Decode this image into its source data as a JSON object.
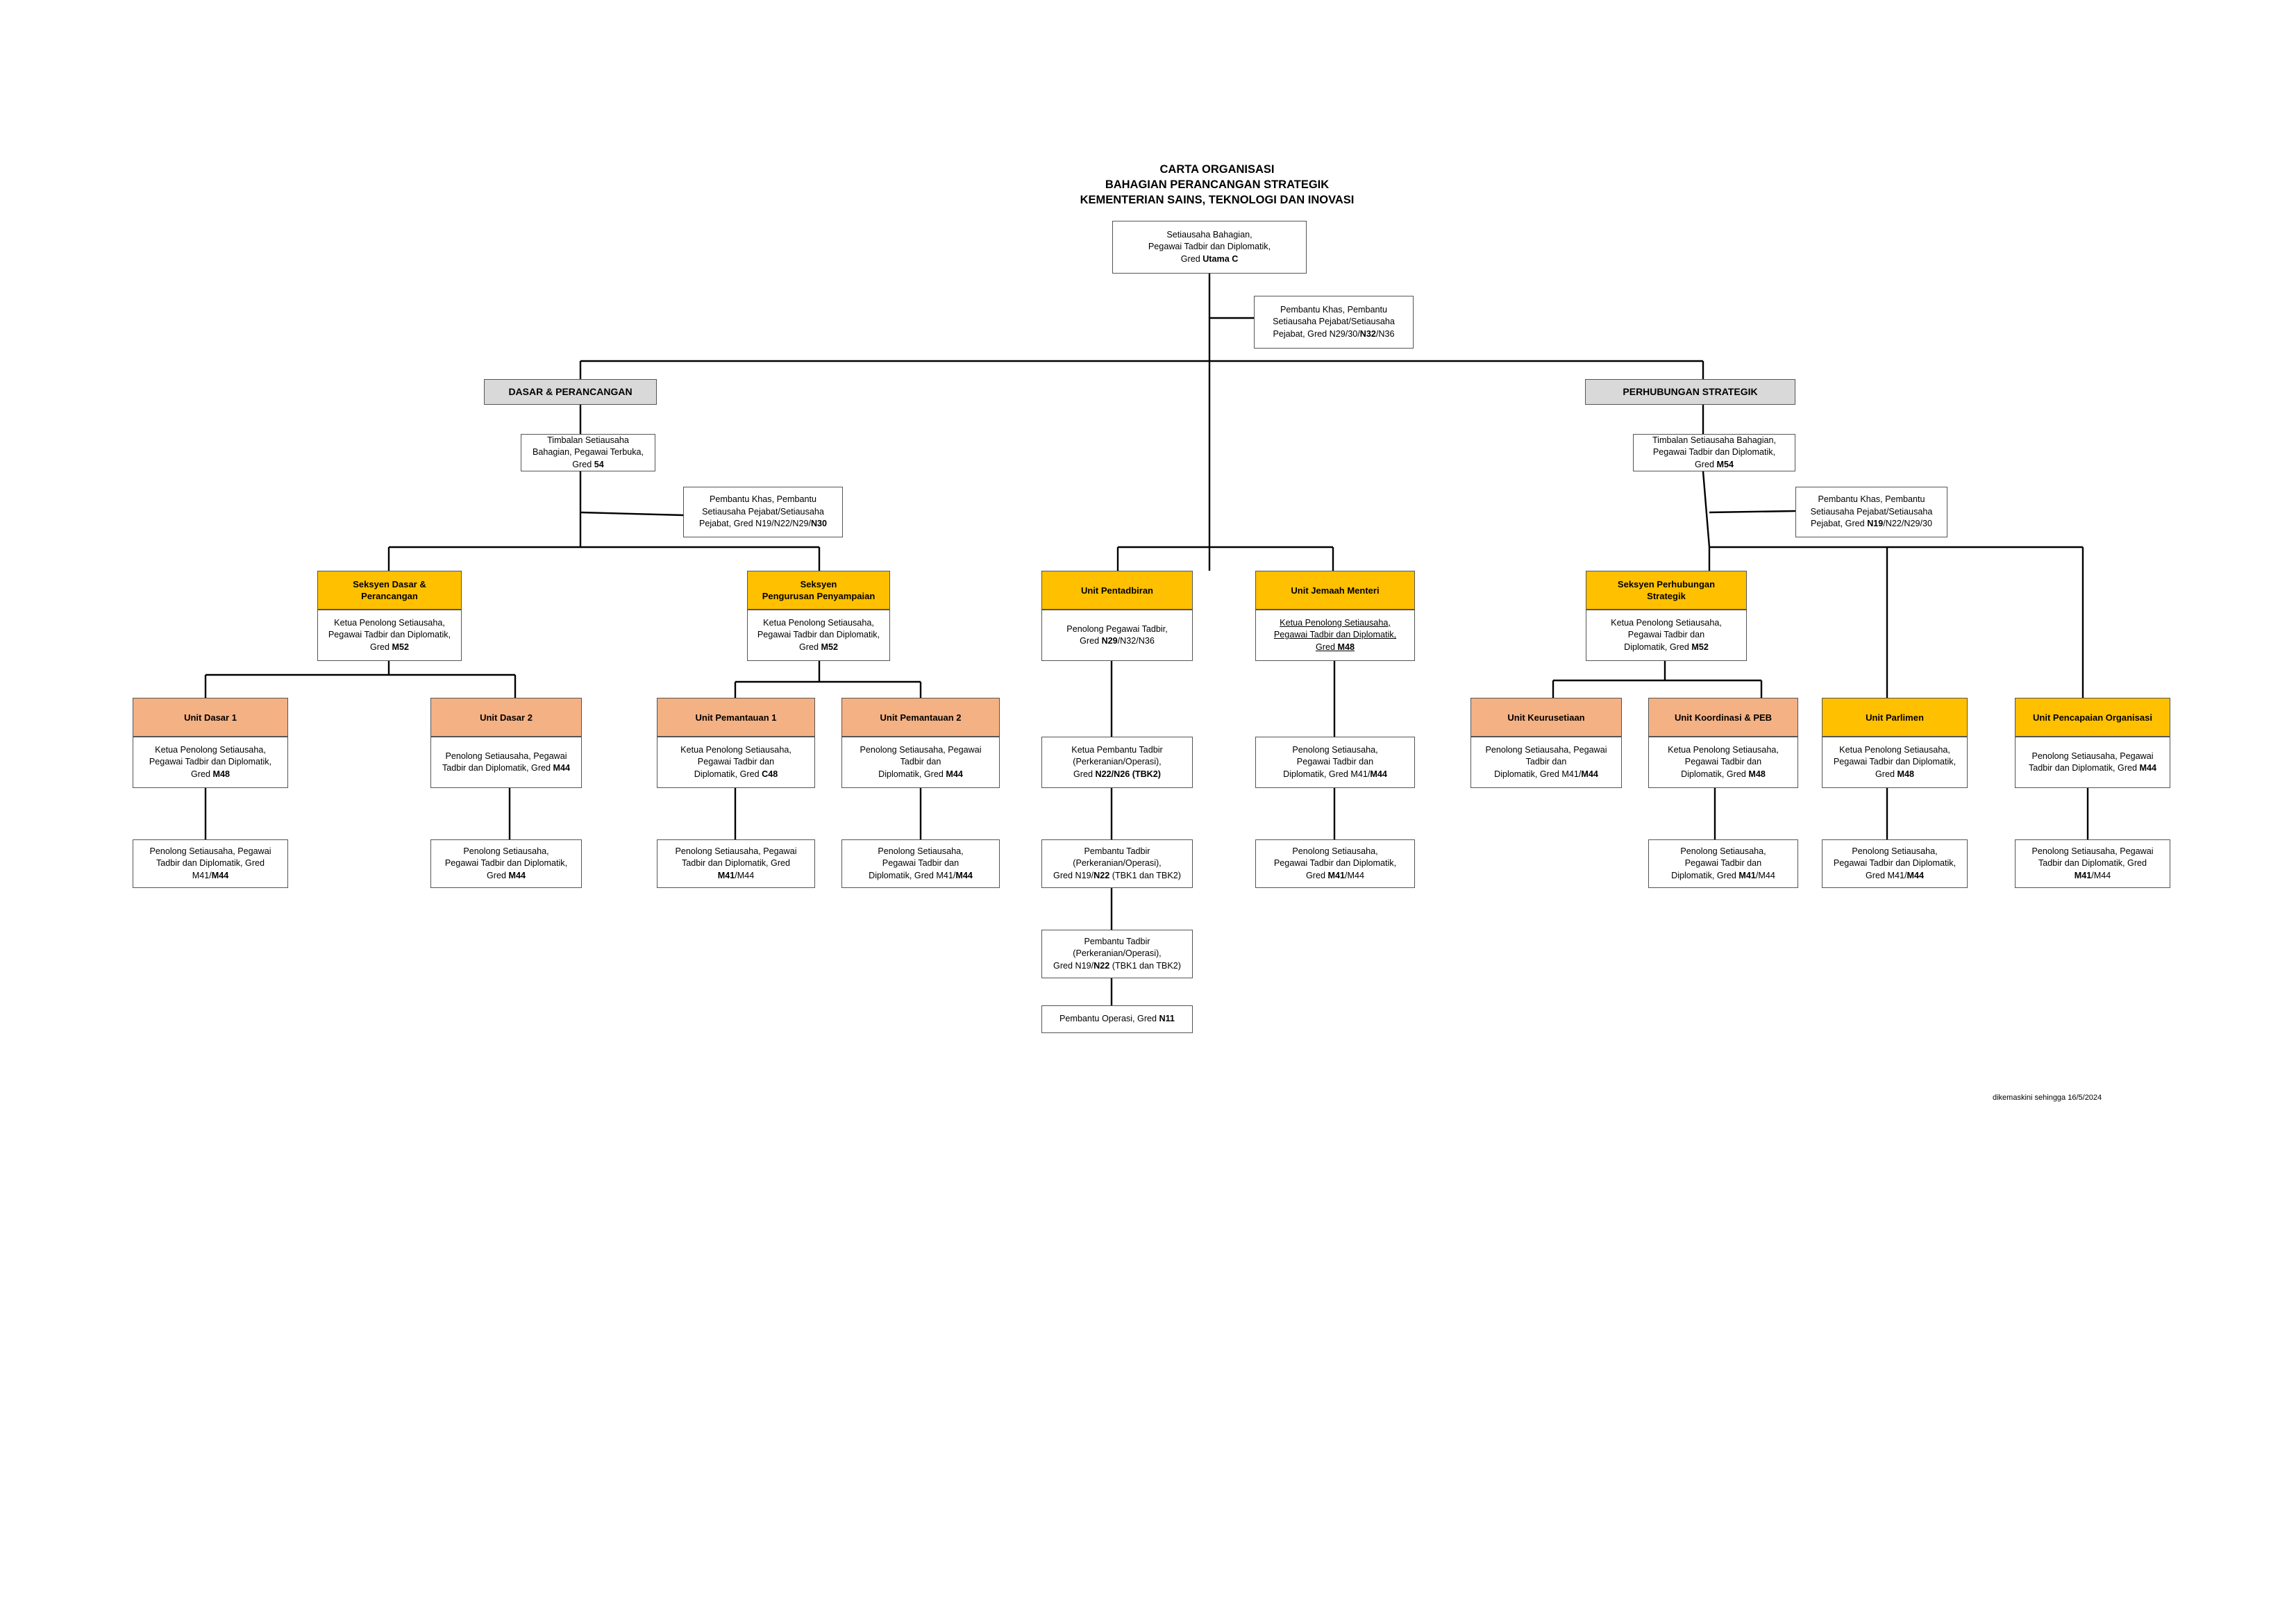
{
  "title": {
    "line1": "CARTA ORGANISASI",
    "line2": "BAHAGIAN PERANCANGAN STRATEGIK",
    "line3": "KEMENTERIAN SAINS, TEKNOLOGI DAN INOVASI"
  },
  "footnote": "dikemaskini sehingga 16/5/2024",
  "nodes": {
    "root": [
      [
        "Setiausaha Bahagian,"
      ],
      [
        "Pegawai Tadbir dan Diplomatik,"
      ],
      [
        "Gred ",
        {
          "b": "Utama C"
        }
      ]
    ],
    "root_pa": [
      [
        "Pembantu Khas, Pembantu"
      ],
      [
        "Setiausaha Pejabat/Setiausaha"
      ],
      [
        "Pejabat, Gred N29/30/",
        {
          "b": "N32"
        },
        "/N36"
      ]
    ],
    "dasar_hdr": [
      [
        "DASAR & PERANCANGAN"
      ]
    ],
    "dasar_head": [
      [
        "Timbalan Setiausaha"
      ],
      [
        "Bahagian, Pegawai Terbuka,"
      ],
      [
        "Gred ",
        {
          "b": "54"
        }
      ]
    ],
    "dasar_pa": [
      [
        "Pembantu Khas, Pembantu"
      ],
      [
        "Setiausaha Pejabat/Setiausaha"
      ],
      [
        "Pejabat, Gred N19/N22/N29/",
        {
          "b": "N30"
        }
      ]
    ],
    "hubungan_hdr": [
      [
        "PERHUBUNGAN STRATEGIK"
      ]
    ],
    "hubungan_head": [
      [
        "Timbalan Setiausaha Bahagian,"
      ],
      [
        "Pegawai Tadbir dan Diplomatik,"
      ],
      [
        "Gred ",
        {
          "b": "M54"
        }
      ]
    ],
    "hubungan_pa": [
      [
        "Pembantu Khas, Pembantu"
      ],
      [
        "Setiausaha Pejabat/Setiausaha"
      ],
      [
        "Pejabat, Gred ",
        {
          "b": "N19"
        },
        "/N22/N29/30"
      ]
    ],
    "sdp_hdr": [
      [
        "Seksyen Dasar &"
      ],
      [
        "Perancangan"
      ]
    ],
    "sdp_box": [
      [
        "Ketua Penolong Setiausaha,"
      ],
      [
        "Pegawai Tadbir dan Diplomatik,"
      ],
      [
        "Gred ",
        {
          "b": "M52"
        }
      ]
    ],
    "spp_hdr": [
      [
        "Seksyen"
      ],
      [
        "Pengurusan Penyampaian"
      ]
    ],
    "spp_box": [
      [
        "Ketua Penolong Setiausaha,"
      ],
      [
        "Pegawai Tadbir dan Diplomatik,"
      ],
      [
        "Gred ",
        {
          "b": "M52"
        }
      ]
    ],
    "upt_hdr": [
      [
        "Unit Pentadbiran"
      ]
    ],
    "upt_box": [
      [
        "Penolong Pegawai Tadbir,"
      ],
      [
        "Gred ",
        {
          "b": "N29"
        },
        "/N32/N36"
      ]
    ],
    "upt_2": [
      [
        "Ketua Pembantu Tadbir"
      ],
      [
        "(Perkeranian/Operasi),"
      ],
      [
        "Gred ",
        {
          "b": "N22/N26 (TBK2)"
        }
      ]
    ],
    "upt_3": [
      [
        "Pembantu Tadbir"
      ],
      [
        "(Perkeranian/Operasi),"
      ],
      [
        "Gred N19/",
        {
          "b": "N22"
        },
        " (TBK1 dan TBK2)"
      ]
    ],
    "upt_4": [
      [
        "Pembantu Tadbir"
      ],
      [
        "(Perkeranian/Operasi),"
      ],
      [
        "Gred N19/",
        {
          "b": "N22"
        },
        " (TBK1 dan TBK2)"
      ]
    ],
    "upt_5": [
      [
        "Pembantu Operasi, Gred ",
        {
          "b": "N11"
        }
      ]
    ],
    "ujm_hdr": [
      [
        "Unit Jemaah Menteri"
      ]
    ],
    "ujm_box": [
      [
        "Ketua Penolong Setiausaha,"
      ],
      [
        "Pegawai Tadbir dan Diplomatik,"
      ],
      [
        "Gred ",
        {
          "b": "M48"
        }
      ]
    ],
    "ujm_2": [
      [
        "Penolong Setiausaha,"
      ],
      [
        "Pegawai Tadbir dan"
      ],
      [
        "Diplomatik, Gred M41/",
        {
          "b": "M44"
        }
      ]
    ],
    "ujm_3": [
      [
        "Penolong Setiausaha,"
      ],
      [
        "Pegawai Tadbir dan Diplomatik,"
      ],
      [
        "Gred ",
        {
          "b": "M41"
        },
        "/M44"
      ]
    ],
    "sph_hdr": [
      [
        "Seksyen Perhubungan"
      ],
      [
        "Strategik"
      ]
    ],
    "sph_box": [
      [
        "Ketua Penolong Setiausaha,"
      ],
      [
        "Pegawai Tadbir dan"
      ],
      [
        "Diplomatik, Gred ",
        {
          "b": "M52"
        }
      ]
    ],
    "ud1_hdr": [
      [
        "Unit Dasar 1"
      ]
    ],
    "ud1_box": [
      [
        "Ketua Penolong Setiausaha,"
      ],
      [
        "Pegawai Tadbir dan Diplomatik,"
      ],
      [
        "Gred ",
        {
          "b": "M48"
        }
      ]
    ],
    "ud1_2": [
      [
        "Penolong Setiausaha, Pegawai"
      ],
      [
        "Tadbir dan Diplomatik, Gred"
      ],
      [
        "M41/",
        {
          "b": "M44"
        }
      ]
    ],
    "ud2_hdr": [
      [
        "Unit Dasar 2"
      ]
    ],
    "ud2_box": [
      [
        "Penolong Setiausaha, Pegawai"
      ],
      [
        "Tadbir dan Diplomatik, Gred ",
        {
          "b": "M44"
        }
      ]
    ],
    "ud2_2": [
      [
        "Penolong Setiausaha,"
      ],
      [
        "Pegawai Tadbir dan Diplomatik,"
      ],
      [
        "Gred ",
        {
          "b": "M44"
        }
      ]
    ],
    "upm1_hdr": [
      [
        "Unit Pemantauan 1"
      ]
    ],
    "upm1_box": [
      [
        "Ketua Penolong Setiausaha,"
      ],
      [
        "Pegawai Tadbir dan"
      ],
      [
        "Diplomatik, Gred ",
        {
          "b": "C48"
        }
      ]
    ],
    "upm1_2": [
      [
        "Penolong Setiausaha, Pegawai"
      ],
      [
        "Tadbir dan Diplomatik, Gred"
      ],
      [
        {
          "b": "M41"
        },
        "/M44"
      ]
    ],
    "upm2_hdr": [
      [
        "Unit Pemantauan 2"
      ]
    ],
    "upm2_box": [
      [
        "Penolong Setiausaha, Pegawai"
      ],
      [
        "Tadbir dan"
      ],
      [
        "Diplomatik, Gred ",
        {
          "b": "M44"
        }
      ]
    ],
    "upm2_2": [
      [
        "Penolong Setiausaha,"
      ],
      [
        "Pegawai Tadbir dan"
      ],
      [
        "Diplomatik, Gred M41/",
        {
          "b": "M44"
        }
      ]
    ],
    "uks_hdr": [
      [
        "Unit Keurusetiaan"
      ]
    ],
    "uks_box": [
      [
        "Penolong Setiausaha, Pegawai"
      ],
      [
        "Tadbir dan"
      ],
      [
        "Diplomatik, Gred M41/",
        {
          "b": "M44"
        }
      ]
    ],
    "ukp_hdr": [
      [
        "Unit Koordinasi & PEB"
      ]
    ],
    "ukp_box": [
      [
        "Ketua Penolong Setiausaha,"
      ],
      [
        "Pegawai Tadbir dan"
      ],
      [
        "Diplomatik, Gred ",
        {
          "b": "M48"
        }
      ]
    ],
    "ukp_2": [
      [
        "Penolong Setiausaha,"
      ],
      [
        "Pegawai Tadbir dan"
      ],
      [
        "Diplomatik, Gred ",
        {
          "b": "M41"
        },
        "/M44"
      ]
    ],
    "upl_hdr": [
      [
        "Unit Parlimen"
      ]
    ],
    "upl_box": [
      [
        "Ketua Penolong Setiausaha,"
      ],
      [
        "Pegawai Tadbir dan Diplomatik,"
      ],
      [
        "Gred ",
        {
          "b": "M48"
        }
      ]
    ],
    "upl_2": [
      [
        "Penolong Setiausaha,"
      ],
      [
        "Pegawai Tadbir dan Diplomatik,"
      ],
      [
        "Gred M41/",
        {
          "b": "M44"
        }
      ]
    ],
    "upo_hdr": [
      [
        "Unit Pencapaian Organisasi"
      ]
    ],
    "upo_box": [
      [
        "Penolong Setiausaha, Pegawai"
      ],
      [
        "Tadbir dan Diplomatik, Gred ",
        {
          "b": "M44"
        }
      ]
    ],
    "upo_2": [
      [
        "Penolong Setiausaha, Pegawai"
      ],
      [
        "Tadbir dan Diplomatik, Gred"
      ],
      [
        {
          "b": "M41"
        },
        "/M44"
      ]
    ]
  },
  "colors": {
    "section_fill": "#ffc000",
    "unit_fill": "#f4b183",
    "division_fill": "#d9d9d9",
    "line": "#000000",
    "border": "#555555"
  }
}
